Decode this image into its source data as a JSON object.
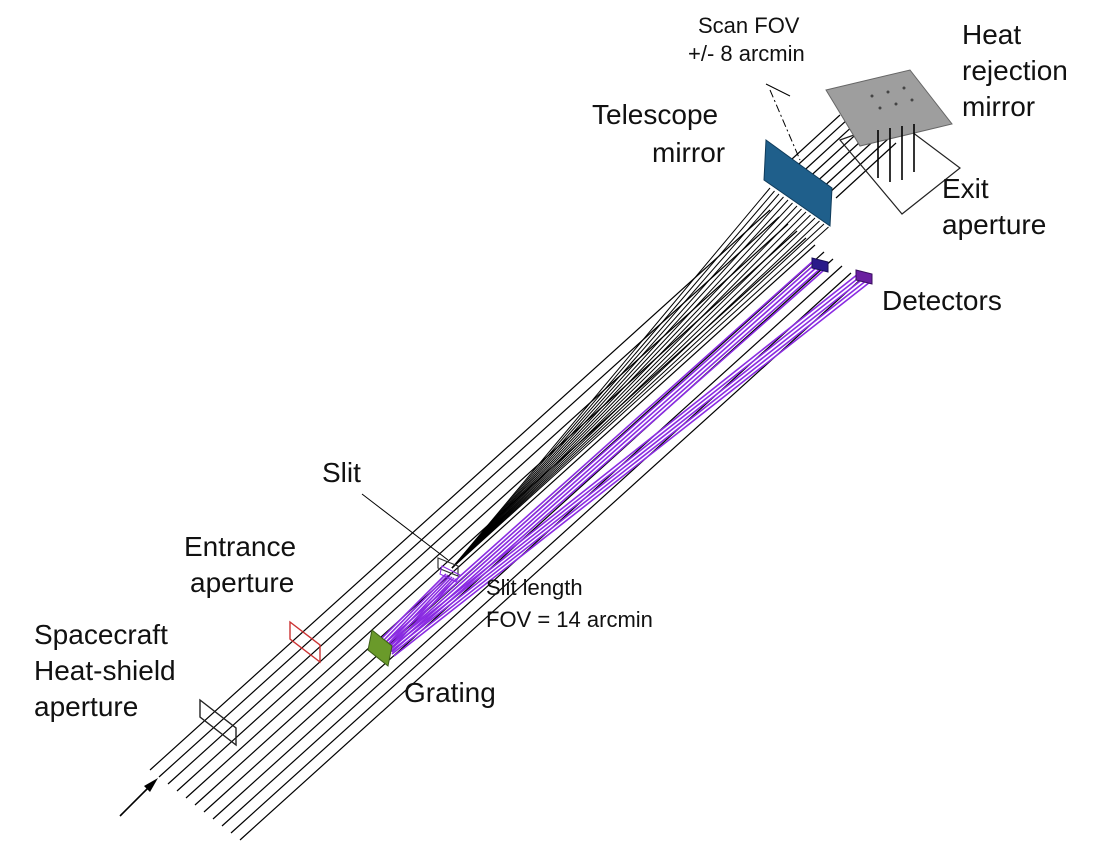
{
  "labels": {
    "scan_fov_line1": "Scan FOV",
    "scan_fov_line2": "+/- 8 arcmin",
    "heat_line1": "Heat",
    "heat_line2": "rejection",
    "heat_line3": "mirror",
    "telescope_line1": "Telescope",
    "telescope_line2": "mirror",
    "exit_line1": "Exit",
    "exit_line2": "aperture",
    "detectors": "Detectors",
    "slit": "Slit",
    "entrance_line1": "Entrance",
    "entrance_line2": "aperture",
    "slit_length_line1": "Slit length",
    "slit_length_line2": "FOV = 14 arcmin",
    "spacecraft_line1": "Spacecraft",
    "spacecraft_line2": "Heat-shield",
    "spacecraft_line3": "aperture",
    "grating": "Grating"
  },
  "colors": {
    "telescope_mirror": "#1f5f8b",
    "heat_rejection_mirror": "#9e9e9e",
    "grating": "#6a9a2a",
    "dispersed_rays": "#8a2be2",
    "entrance_aperture": "#cc3333",
    "rays": "#000000"
  }
}
